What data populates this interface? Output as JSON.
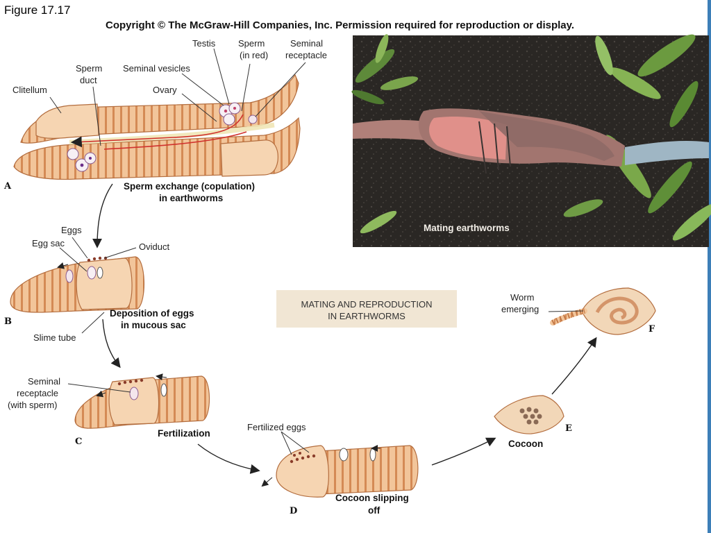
{
  "figure_label": "Figure 17.17",
  "copyright": "Copyright © The McGraw-Hill Companies, Inc. Permission required for reproduction or display.",
  "title_box": {
    "line1": "MATING AND REPRODUCTION",
    "line2": "IN EARTHWORMS"
  },
  "photo_caption": "Mating earthworms",
  "panel_a": {
    "letter": "A",
    "labels": {
      "testis": "Testis",
      "sperm_red_1": "Sperm",
      "sperm_red_2": "(in red)",
      "seminal_receptacle_1": "Seminal",
      "seminal_receptacle_2": "receptacle",
      "sperm_duct_1": "Sperm",
      "sperm_duct_2": "duct",
      "seminal_vesicles": "Seminal vesicles",
      "clitellum": "Clitellum",
      "ovary": "Ovary"
    },
    "caption_1": "Sperm exchange (copulation)",
    "caption_2": "in earthworms"
  },
  "panel_b": {
    "letter": "B",
    "labels": {
      "eggs": "Eggs",
      "egg_sac": "Egg sac",
      "oviduct": "Oviduct",
      "slime_tube": "Slime tube"
    },
    "caption_1": "Deposition of eggs",
    "caption_2": "in mucous sac"
  },
  "panel_c": {
    "letter": "C",
    "labels": {
      "seminal_1": "Seminal",
      "seminal_2": "receptacle",
      "seminal_3": "(with sperm)"
    },
    "caption": "Fertilization"
  },
  "panel_d": {
    "letter": "D",
    "labels": {
      "fertilized_eggs": "Fertilized eggs"
    },
    "caption_1": "Cocoon slipping",
    "caption_2": "off"
  },
  "panel_e": {
    "letter": "E",
    "caption": "Cocoon"
  },
  "panel_f": {
    "letter": "F",
    "labels": {
      "worm_emerging_1": "Worm",
      "worm_emerging_2": "emerging"
    }
  },
  "colors": {
    "worm_body": "#f2c59a",
    "worm_ring": "#d48a55",
    "clitellum": "#f6d5b2",
    "title_box_bg": "#f1e6d4",
    "photo_bg": "#262420",
    "sperm_red": "#d0312d",
    "stripe": "#3d7fb8"
  }
}
